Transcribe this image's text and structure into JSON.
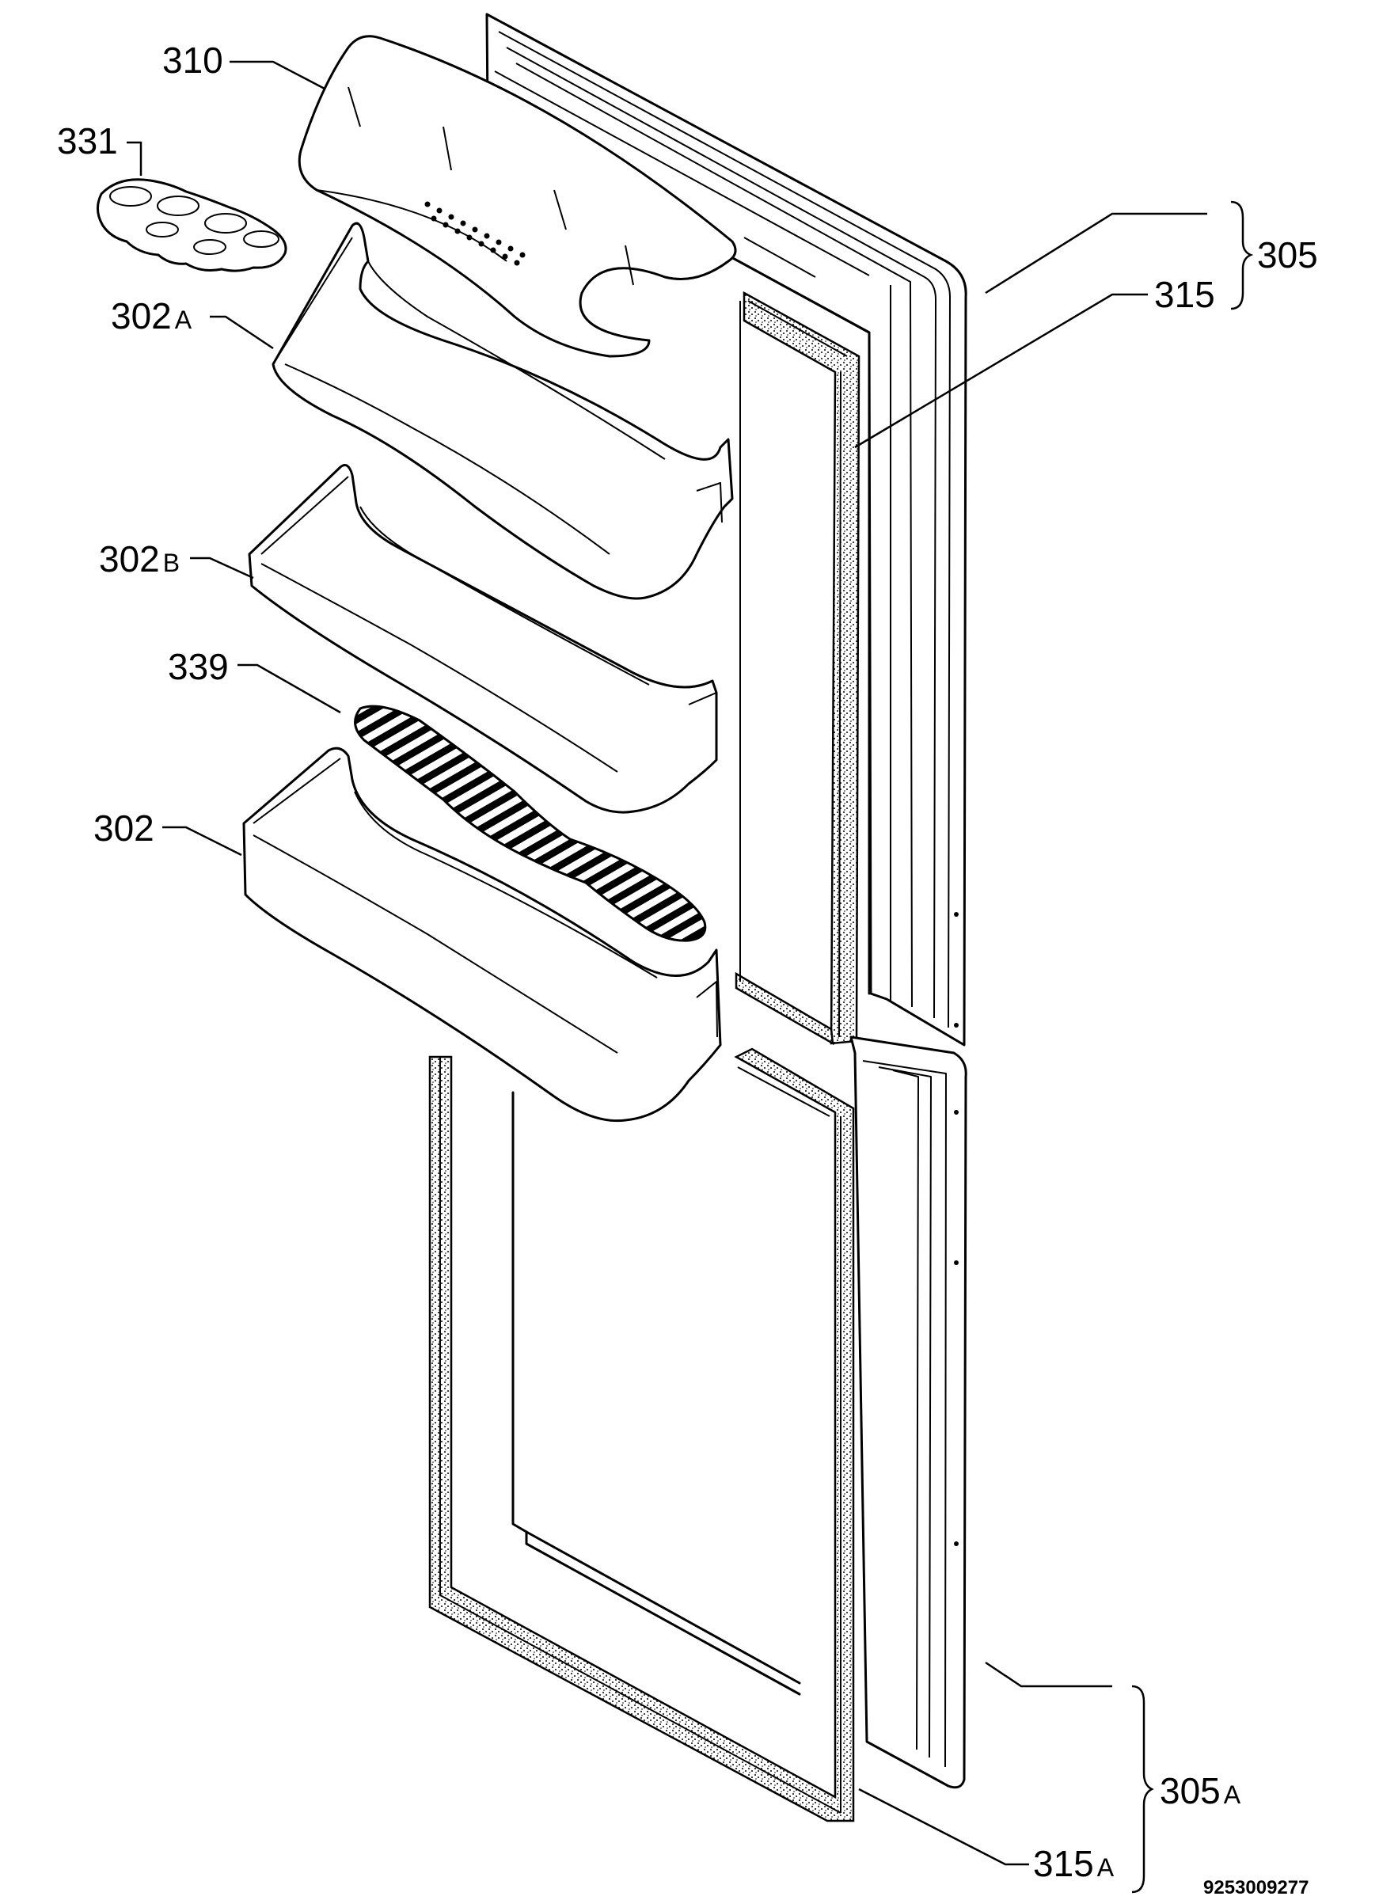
{
  "labels": {
    "l310": "310",
    "l331": "331",
    "l302A": "302",
    "l302A_suffix": "A",
    "l302B": "302",
    "l302B_suffix": "B",
    "l339": "339",
    "l302": "302",
    "l305": "305",
    "l315": "315",
    "l305A": "305",
    "l305A_suffix": "A",
    "l315A": "315",
    "l315A_suffix": "A"
  },
  "document_number": "9253009277"
}
